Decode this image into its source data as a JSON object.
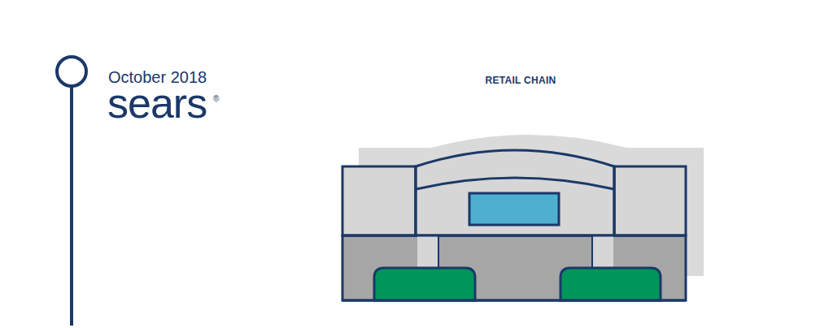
{
  "diagram": {
    "labels": [
      "October 2018",
      "sears",
      "®",
      "RETAIL CHAIN"
    ]
  }
}
